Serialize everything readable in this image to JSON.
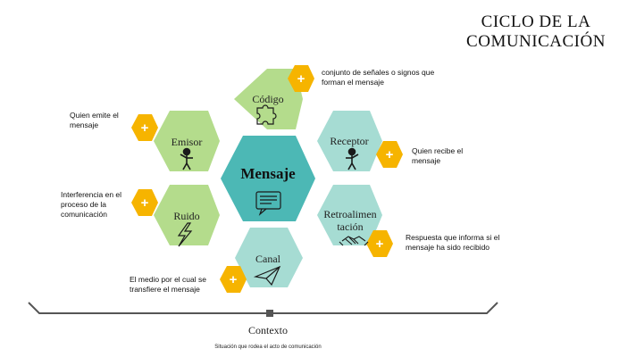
{
  "title": "CICLO DE LA\nCOMUNICACIÓN",
  "colors": {
    "green": "#b4dc8c",
    "teal": "#a6dcd3",
    "center": "#4cb8b5",
    "yellow": "#f6b400"
  },
  "center": {
    "label": "Mensaje",
    "icon": "message-icon"
  },
  "elements": [
    {
      "id": "codigo",
      "label": "Código",
      "icon": "puzzle-icon",
      "description": "conjunto de señales o signos que\nforman el mensaje"
    },
    {
      "id": "emisor",
      "label": "Emisor",
      "icon": "person-icon",
      "description": "Quien emite el\nmensaje"
    },
    {
      "id": "receptor",
      "label": "Receptor",
      "icon": "person-icon",
      "description": "Quien recibe el\nmensaje"
    },
    {
      "id": "ruido",
      "label": "Ruido",
      "icon": "lightning-icon",
      "description": "Interferencia en el\nproceso de la\ncomunicación"
    },
    {
      "id": "retro",
      "label": "Retroalimen\ntación",
      "icon": "handshake-icon",
      "description": "Respuesta que informa si el\nmensaje ha sido recibido"
    },
    {
      "id": "canal",
      "label": "Canal",
      "icon": "paper-plane-icon",
      "description": "El medio por el cual se\ntransfiere el mensaje"
    }
  ],
  "context": {
    "label": "Contexto",
    "description": "Situación que rodea el acto de comunicación"
  }
}
